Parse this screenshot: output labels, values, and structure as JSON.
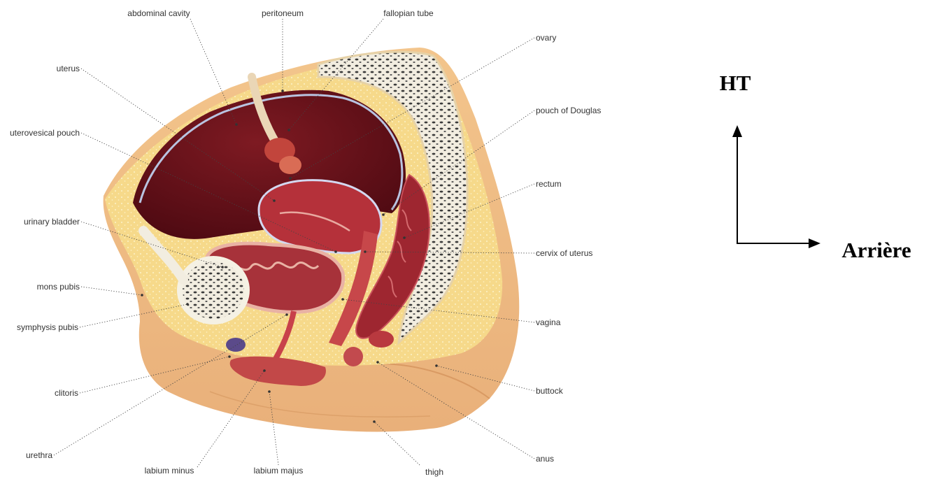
{
  "labels": {
    "abdominal_cavity": "abdominal cavity",
    "peritoneum": "peritoneum",
    "fallopian_tube": "fallopian tube",
    "ovary": "ovary",
    "uterus": "uterus",
    "pouch_of_douglas": "pouch of Douglas",
    "uterovesical_pouch": "uterovesical pouch",
    "rectum": "rectum",
    "urinary_bladder": "urinary bladder",
    "cervix_of_uterus": "cervix of uterus",
    "mons_pubis": "mons pubis",
    "symphysis_pubis": "symphysis pubis",
    "vagina": "vagina",
    "clitoris": "clitoris",
    "buttock": "buttock",
    "urethra": "urethra",
    "anus": "anus",
    "labium_minus": "labium minus",
    "labium_majus": "labium majus",
    "thigh": "thigh"
  },
  "orientation": {
    "up_label": "HT",
    "back_label": "Arrière"
  }
}
